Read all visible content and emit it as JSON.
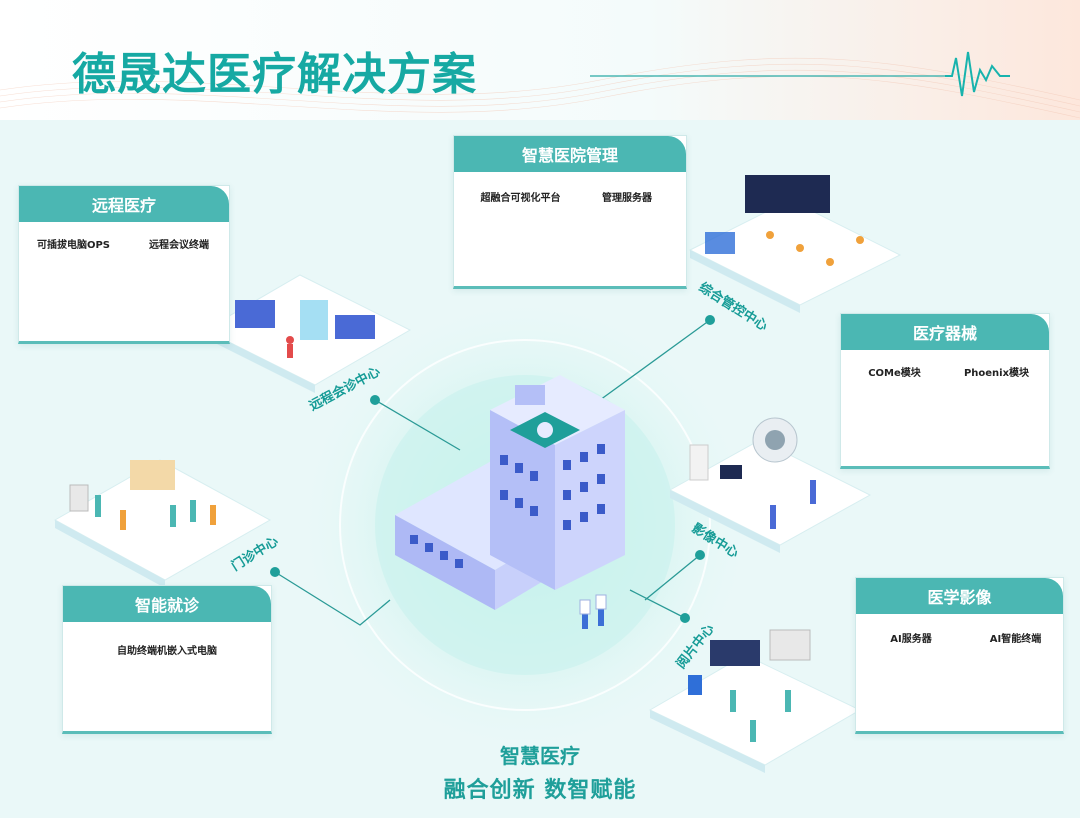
{
  "title": "德晟达医疗解决方案",
  "colors": {
    "accent": "#16a9a3",
    "card_header": "#4bb7b3",
    "background": "#eaf8f8"
  },
  "cards": {
    "remote": {
      "header": "远程医疗",
      "items": [
        "可插拔电脑OPS",
        "远程会议终端"
      ]
    },
    "hospital_mgmt": {
      "header": "智慧医院管理",
      "items": [
        "超融合可视化平台",
        "管理服务器"
      ]
    },
    "devices": {
      "header": "医疗器械",
      "items": [
        "COMe模块",
        "Phoenix模块"
      ]
    },
    "smart_visit": {
      "header": "智能就诊",
      "items": [
        "自助终端机嵌入式电脑"
      ]
    },
    "imaging": {
      "header": "医学影像",
      "items": [
        "AI服务器",
        "AI智能终端"
      ]
    }
  },
  "scenes": {
    "remote_consult": "远程会诊中心",
    "control_center": "综合管控中心",
    "outpatient": "门诊中心",
    "imaging_center": "影像中心",
    "reading_center": "阅片中心"
  },
  "slogan": {
    "line1": "智慧医疗",
    "line2": "融合创新 数智赋能"
  }
}
